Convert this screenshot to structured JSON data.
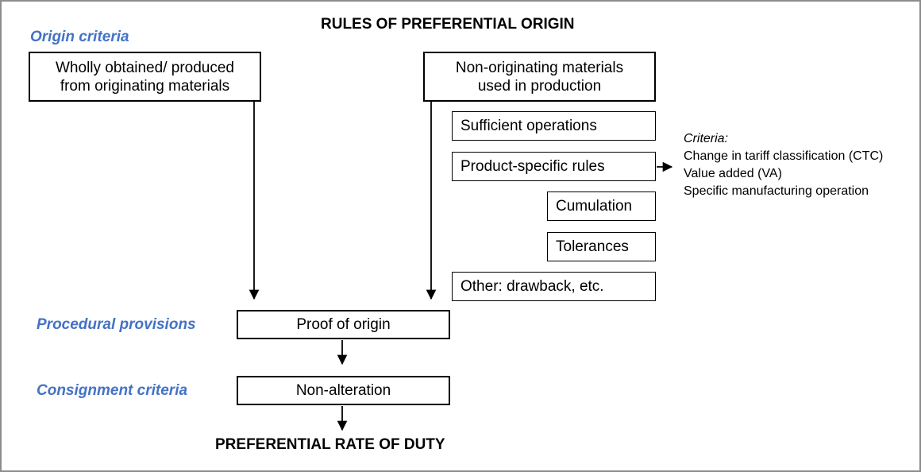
{
  "title": "RULES OF PREFERENTIAL ORIGIN",
  "footer": "PREFERENTIAL RATE OF DUTY",
  "sections": {
    "origin": "Origin criteria",
    "procedural": "Procedural provisions",
    "consignment": "Consignment criteria"
  },
  "boxes": {
    "wholly_line1": "Wholly obtained/ produced",
    "wholly_line2": "from originating materials",
    "nonorig_line1": "Non-originating materials",
    "nonorig_line2": "used in production",
    "sufficient": "Sufficient operations",
    "product_specific": "Product-specific rules",
    "cumulation": "Cumulation",
    "tolerances": "Tolerances",
    "other": "Other: drawback, etc.",
    "proof": "Proof of origin",
    "nonalteration": "Non-alteration"
  },
  "criteria": {
    "heading": "Criteria:",
    "items": [
      "Change in tariff classification (CTC)",
      "Value added (VA)",
      "Specific manufacturing operation"
    ]
  },
  "colors": {
    "section_label": "#4472c4",
    "frame": "#8c8c8c"
  }
}
